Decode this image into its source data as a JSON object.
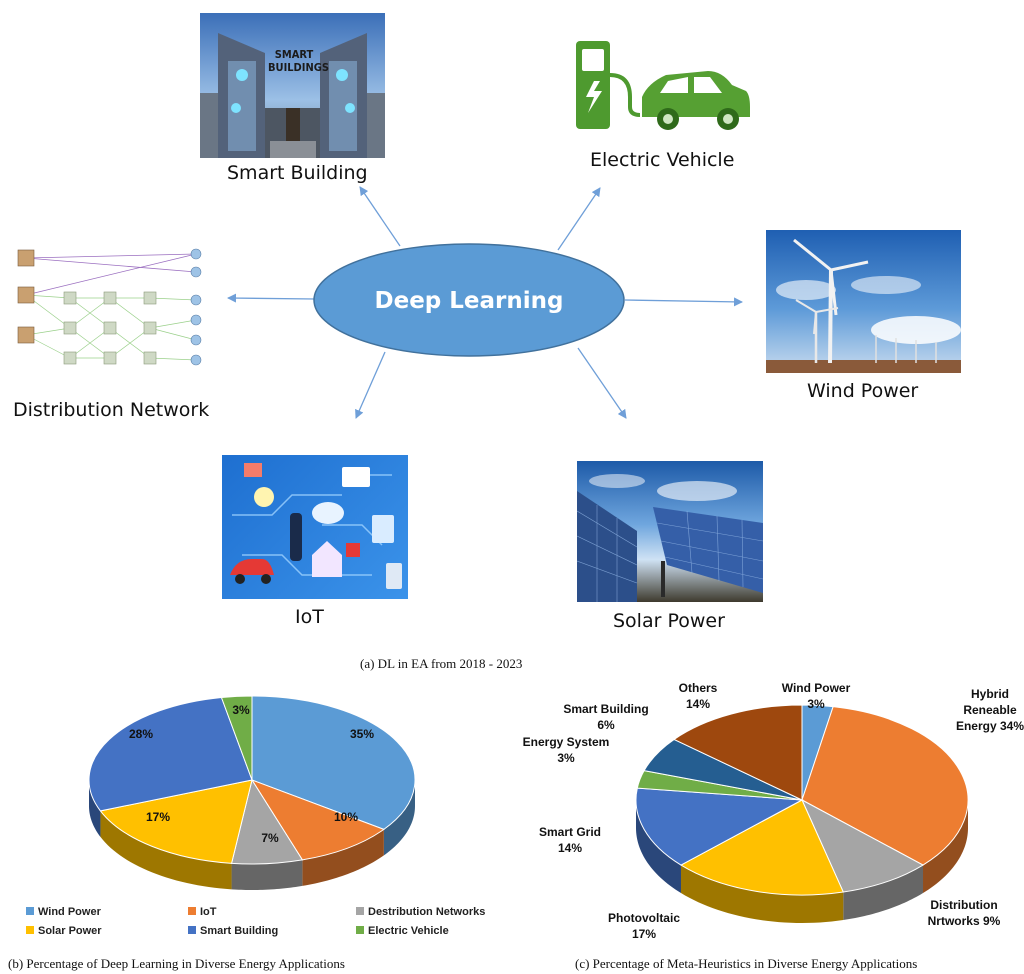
{
  "hub": {
    "label": "Deep Learning"
  },
  "nodes": {
    "smart_building": {
      "label": "Smart Building",
      "sign": "SMART BUILDINGS"
    },
    "electric_vehicle": {
      "label": "Electric Vehicle"
    },
    "wind_power": {
      "label": "Wind Power"
    },
    "solar_power": {
      "label": "Solar Power"
    },
    "iot": {
      "label": "IoT"
    },
    "distribution_network": {
      "label": "Distribution Network"
    }
  },
  "captions": {
    "a": "(a) DL in EA from 2018 - 2023",
    "b": "(b) Percentage of Deep Learning in Diverse Energy Applications",
    "c": "(c) Percentage of Meta-Heuristics in Diverse Energy Applications"
  },
  "colors": {
    "hub_fill": "#5b9bd5",
    "arrow": "#6f9fd8",
    "blue_light": "#5b9bd5",
    "orange": "#ed7d31",
    "gray": "#a5a5a5",
    "gold": "#ffc000",
    "blue_dark": "#4472c4",
    "green": "#70ad47",
    "navy": "#255e91",
    "brown": "#9e480e"
  },
  "chart_data": [
    {
      "type": "pie",
      "style": "3d",
      "title": "",
      "legend_position": "bottom",
      "slices": [
        {
          "name": "Wind Power",
          "value": 35,
          "label": "35%",
          "color": "#5b9bd5"
        },
        {
          "name": "IoT",
          "value": 10,
          "label": "10%",
          "color": "#ed7d31"
        },
        {
          "name": "Destribution Networks",
          "value": 7,
          "label": "7%",
          "color": "#a5a5a5"
        },
        {
          "name": "Solar Power",
          "value": 17,
          "label": "17%",
          "color": "#ffc000"
        },
        {
          "name": "Smart Building",
          "value": 28,
          "label": "28%",
          "color": "#4472c4"
        },
        {
          "name": "Electric Vehicle",
          "value": 3,
          "label": "3%",
          "color": "#70ad47"
        }
      ]
    },
    {
      "type": "pie",
      "style": "3d",
      "title": "",
      "legend_position": "none",
      "slices": [
        {
          "name": "Wind Power",
          "value": 3,
          "label": "Wind Power\n3%",
          "color": "#5b9bd5"
        },
        {
          "name": "Hybrid Reneable Energy",
          "value": 34,
          "label": "Hybrid\nReneable\nEnergy 34%",
          "color": "#ed7d31"
        },
        {
          "name": "Distribution Nrtworks",
          "value": 9,
          "label": "Distribution\nNrtworks 9%",
          "color": "#a5a5a5"
        },
        {
          "name": "Photovoltaic",
          "value": 17,
          "label": "Photovoltaic\n17%",
          "color": "#ffc000"
        },
        {
          "name": "Smart Grid",
          "value": 14,
          "label": "Smart Grid\n14%",
          "color": "#4472c4"
        },
        {
          "name": "Energy System",
          "value": 3,
          "label": "Energy System\n3%",
          "color": "#70ad47"
        },
        {
          "name": "Smart Building",
          "value": 6,
          "label": "Smart Building\n6%",
          "color": "#255e91"
        },
        {
          "name": "Others",
          "value": 14,
          "label": "Others\n14%",
          "color": "#9e480e"
        }
      ]
    }
  ]
}
